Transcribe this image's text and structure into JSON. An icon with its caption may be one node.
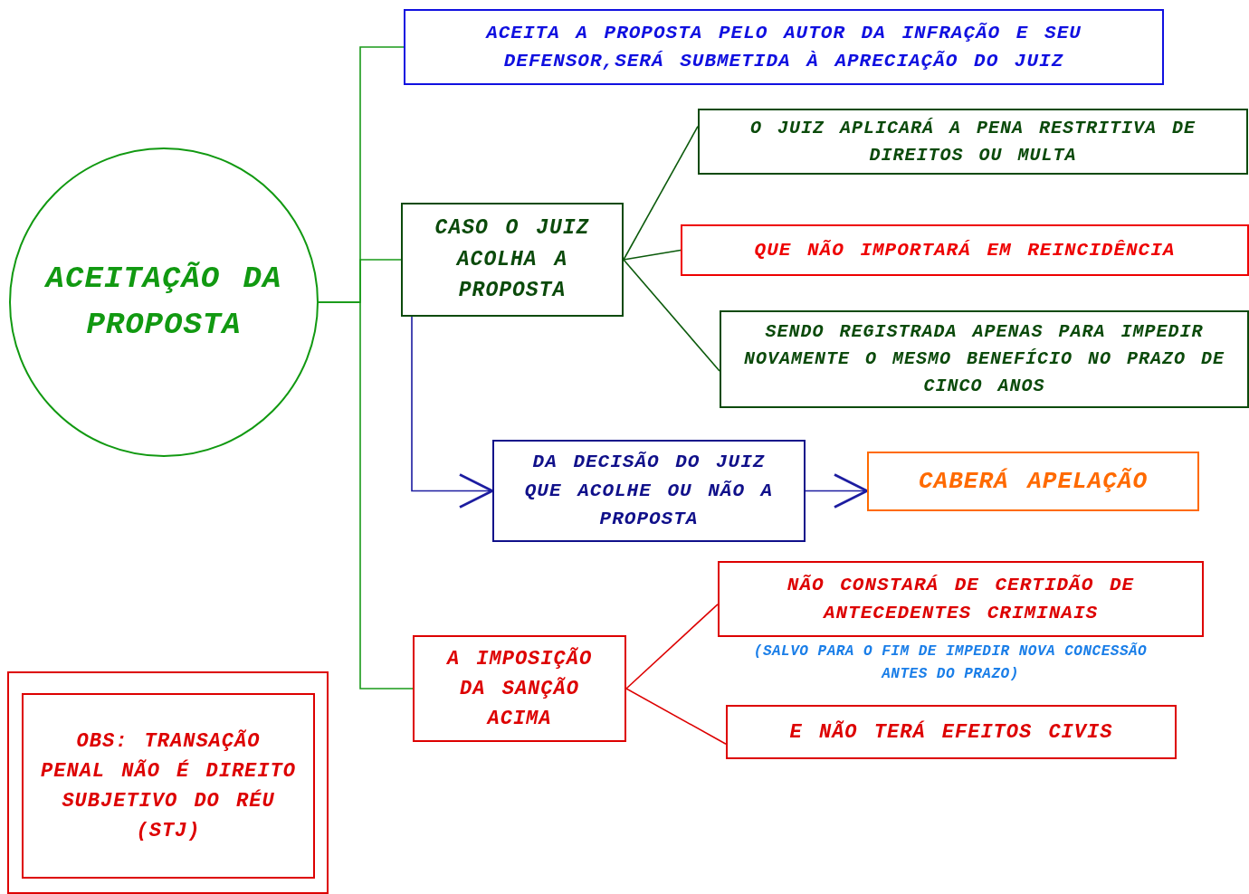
{
  "diagram": {
    "nodes": [
      {
        "text": [
          "ACEITAÇÃO DA PROPOSTA"
        ]
      },
      {
        "text": [
          "ACEITA A PROPOSTA PELO AUTOR DA INFRAÇÃO E SEU DEFENSOR,SERÁ SUBMETIDA À APRECIAÇÃO DO JUIZ"
        ]
      },
      {
        "text": [
          "CASO O JUIZ ACOLHA A PROPOSTA"
        ]
      },
      {
        "text": [
          "O JUIZ APLICARÁ A PENA RESTRITIVA DE DIREITOS OU MULTA"
        ]
      },
      {
        "text": [
          "QUE NÃO IMPORTARÁ EM REINCIDÊNCIA"
        ]
      },
      {
        "text": [
          "SENDO REGISTRADA APENAS PARA IMPEDIR NOVAMENTE O MESMO BENEFÍCIO NO PRAZO DE CINCO ANOS"
        ]
      },
      {
        "text": [
          "DA DECISÃO DO JUIZ QUE ACOLHE OU NÃO A PROPOSTA"
        ]
      },
      {
        "text": [
          "CABERÁ APELAÇÃO"
        ]
      },
      {
        "text": [
          "A IMPOSIÇÃO DA SANÇÃO ACIMA"
        ]
      },
      {
        "text": [
          "NÃO CONSTARÁ DE CERTIDÃO DE ANTECEDENTES CRIMINAIS"
        ],
        "beside": [
          "(SALVO PARA O FIM DE IMPEDIR NOVA CONCESSÃO ANTES DO PRAZO)"
        ]
      },
      {
        "text": [
          "E NÃO TERÁ EFEITOS CIVIS"
        ]
      },
      {
        "text": [],
        "shape": "box"
      },
      {
        "text": [
          "OBS: TRANSAÇÃO PENAL NÃO É DIREITO SUBJETIVO DO RÉU (STJ)"
        ],
        "in": 11
      }
    ],
    "edges": [
      {
        "from": 0,
        "to": 1,
        "arrow": "none",
        "color": "#1a9a1a"
      },
      {
        "from": 0,
        "to": 2,
        "arrow": "none",
        "color": "#1a9a1a"
      },
      {
        "from": 0,
        "to": 8,
        "arrow": "none",
        "color": "#1a9a1a"
      },
      {
        "from": 2,
        "to": 3,
        "arrow": "none",
        "color": "#0b5a0b"
      },
      {
        "from": 2,
        "to": 4,
        "arrow": "none",
        "color": "#0b5a0b"
      },
      {
        "from": 2,
        "to": 5,
        "arrow": "none",
        "color": "#0b5a0b"
      },
      {
        "from": 2,
        "to": 6,
        "arrow": "to",
        "color": "#1c1ca0"
      },
      {
        "from": 6,
        "to": 7,
        "arrow": "to",
        "color": "#1c1ca0"
      },
      {
        "from": 8,
        "to": 9,
        "arrow": "none",
        "color": "#dd0000"
      },
      {
        "from": 8,
        "to": 10,
        "arrow": "none",
        "color": "#dd0000"
      }
    ]
  }
}
